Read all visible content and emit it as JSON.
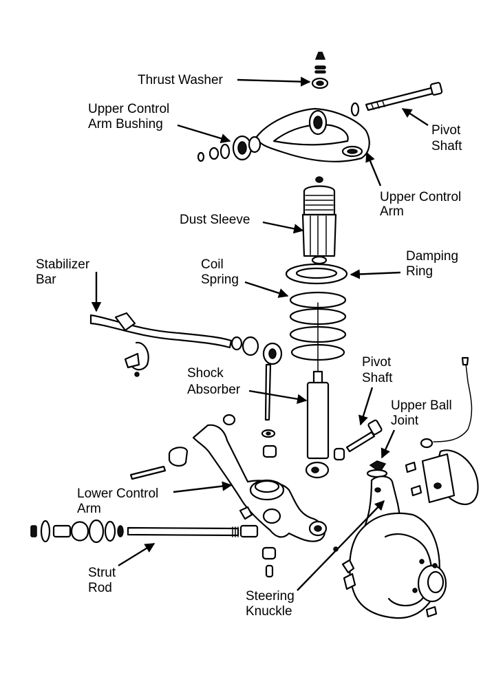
{
  "colors": {
    "ink": "#000000",
    "paper": "#ffffff"
  },
  "labels": {
    "thrust_washer": "Thrust Washer",
    "upper_control_arm_bushing_1": "Upper Control",
    "upper_control_arm_bushing_2": "Arm Bushing",
    "pivot_shaft_top_1": "Pivot",
    "pivot_shaft_top_2": "Shaft",
    "upper_control_arm_1": "Upper Control",
    "upper_control_arm_2": "Arm",
    "dust_sleeve": "Dust Sleeve",
    "stabilizer_bar_1": "Stabilizer",
    "stabilizer_bar_2": "Bar",
    "coil_spring_1": "Coil",
    "coil_spring_2": "Spring",
    "damping_ring_1": "Damping",
    "damping_ring_2": "Ring",
    "shock_absorber_1": "Shock",
    "shock_absorber_2": "Absorber",
    "pivot_shaft_lower_1": "Pivot",
    "pivot_shaft_lower_2": "Shaft",
    "upper_ball_joint_1": "Upper Ball",
    "upper_ball_joint_2": "Joint",
    "lower_control_arm_1": "Lower Control",
    "lower_control_arm_2": "Arm",
    "strut_rod_1": "Strut",
    "strut_rod_2": "Rod",
    "steering_knuckle_1": "Steering",
    "steering_knuckle_2": "Knuckle"
  }
}
